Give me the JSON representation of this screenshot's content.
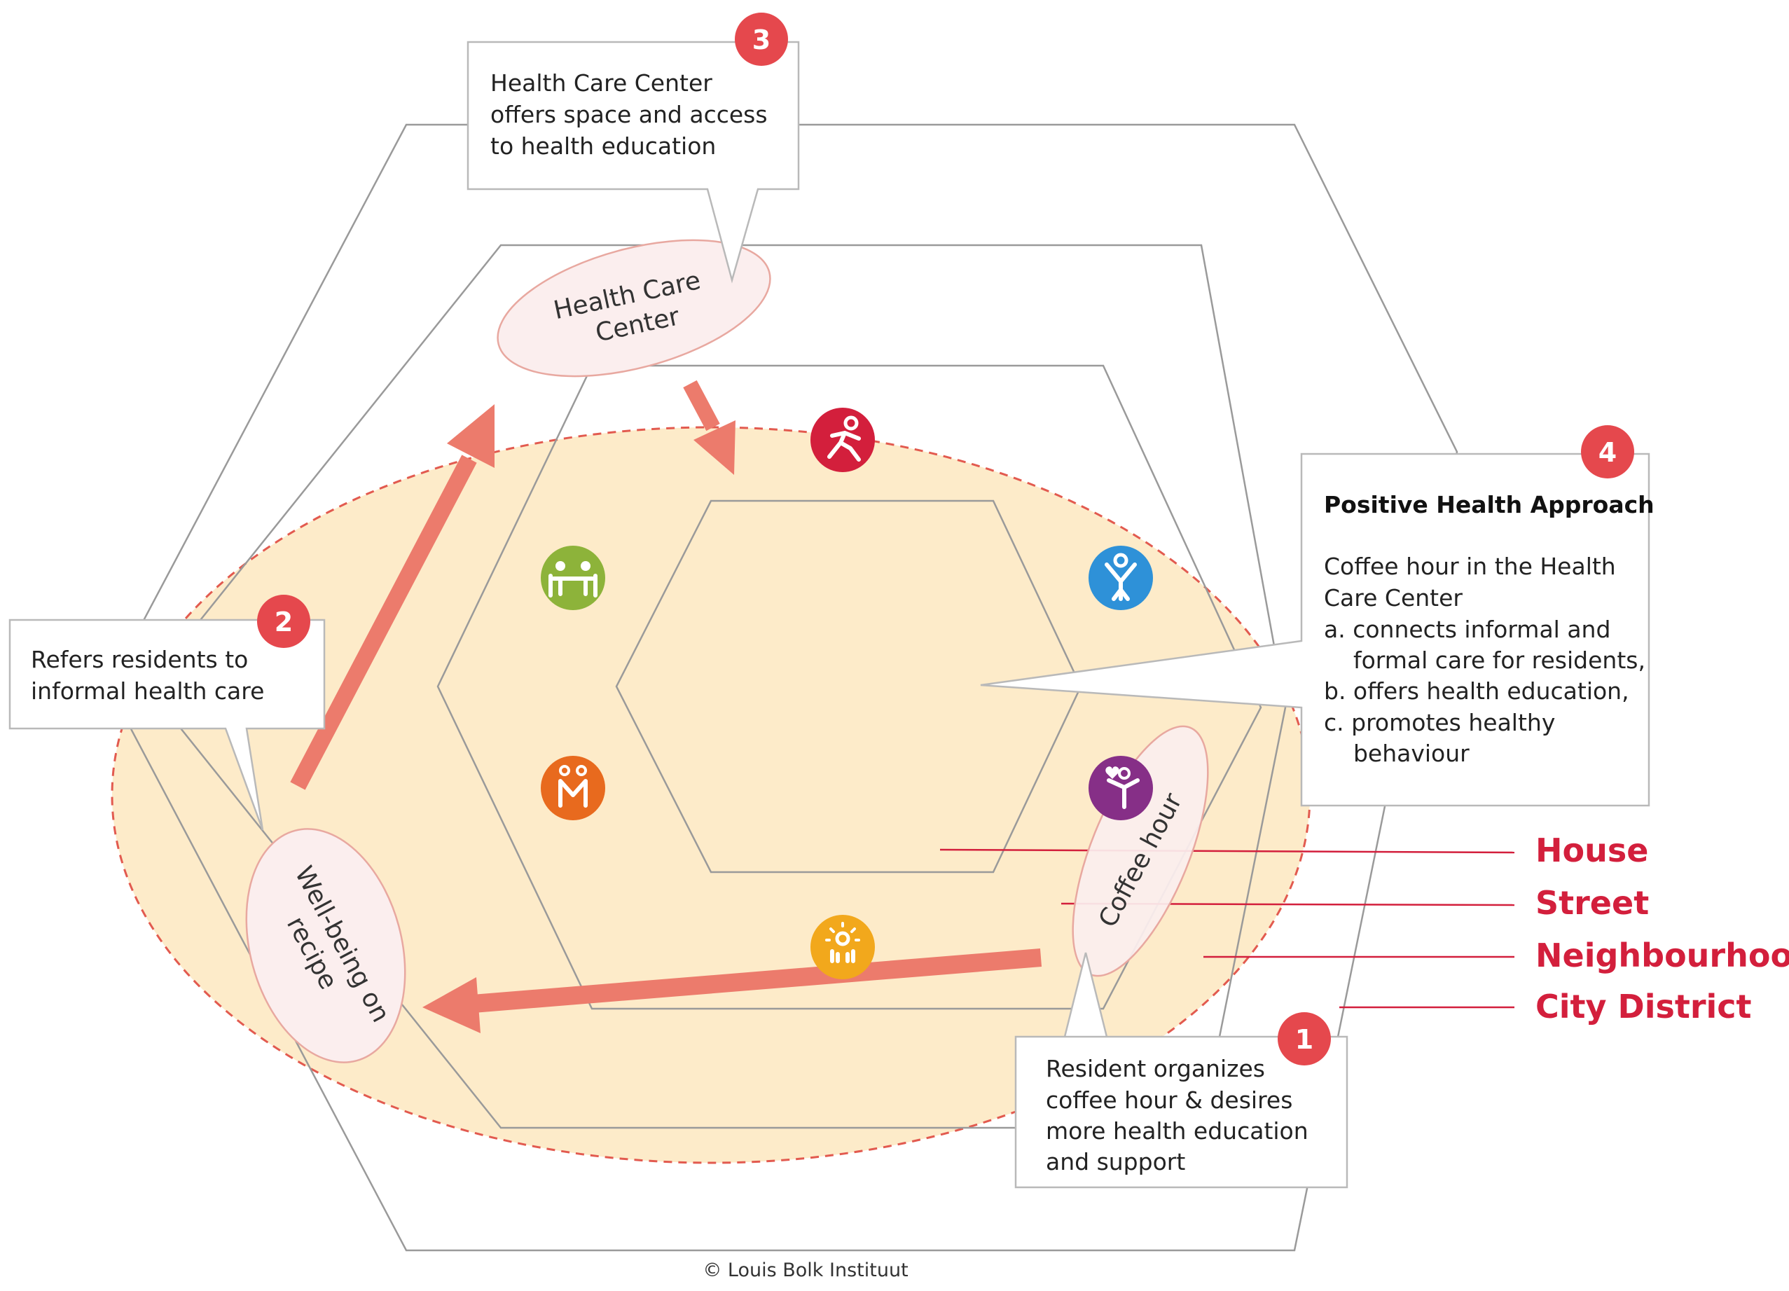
{
  "colors": {
    "accent": "#e5484d",
    "level_red": "#d31f3c",
    "zone_fill": "#fdebc9",
    "arrow": "#ec7b6c",
    "ellipse_fill": "#fbeeee"
  },
  "callouts": {
    "step1": {
      "number": "1",
      "lines": [
        "Resident organizes",
        "coffee hour & desires",
        "more health education",
        "and support"
      ]
    },
    "step2": {
      "number": "2",
      "lines": [
        "Refers residents to",
        "informal health care"
      ]
    },
    "step3": {
      "number": "3",
      "lines": [
        "Health Care Center",
        "offers space and access",
        "to health education"
      ]
    },
    "step4": {
      "number": "4",
      "title": "Positive Health Approach",
      "lines": [
        "Coffee hour in the Health",
        "Care Center",
        "a. connects informal and",
        "    formal care for residents,",
        "b. offers health education,",
        "c. promotes healthy",
        "    behaviour"
      ]
    }
  },
  "places": {
    "health_care_center": [
      "Health Care",
      "Center"
    ],
    "wellbeing_on_recipe": [
      "Well-being on",
      "recipe"
    ],
    "coffee_hour": "Coffee hour"
  },
  "levels": [
    "House",
    "Street",
    "Neighbourhood",
    "City District"
  ],
  "icons": [
    {
      "name": "running-person-icon",
      "color": "#d31f3c"
    },
    {
      "name": "people-at-table-icon",
      "color": "#8db33a"
    },
    {
      "name": "person-arms-raised-icon",
      "color": "#2e91d8"
    },
    {
      "name": "meaning-icon",
      "color": "#e86a1e"
    },
    {
      "name": "person-with-heart-icon",
      "color": "#862f87"
    },
    {
      "name": "community-sun-icon",
      "color": "#f2a81c"
    }
  ],
  "copyright": "© Louis Bolk Instituut"
}
